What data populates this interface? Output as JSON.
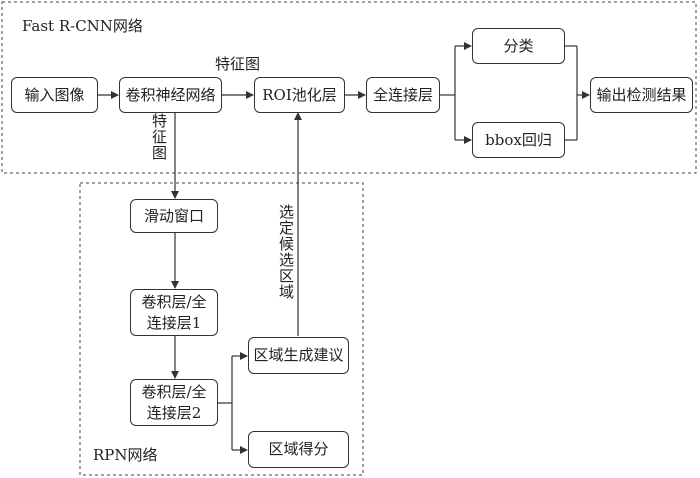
{
  "fast_rcnn": {
    "title": "Fast R-CNN网络",
    "input": "输入图像",
    "cnn": "卷积神经网络",
    "roi_pool": "ROI池化层",
    "fc": "全连接层",
    "cls": "分类",
    "bbox": "bbox回归",
    "output": "输出检测结果",
    "feature_map_label": "特征图"
  },
  "rpn": {
    "title": "RPN网络",
    "sliding": "滑动窗口",
    "conv1": "卷积层/全\n连接层1",
    "conv2": "卷积层/全\n连接层2",
    "proposals": "区域生成建议",
    "scores": "区域得分",
    "feature_map_label": "特征图",
    "selected_label": "选定候选区域"
  }
}
